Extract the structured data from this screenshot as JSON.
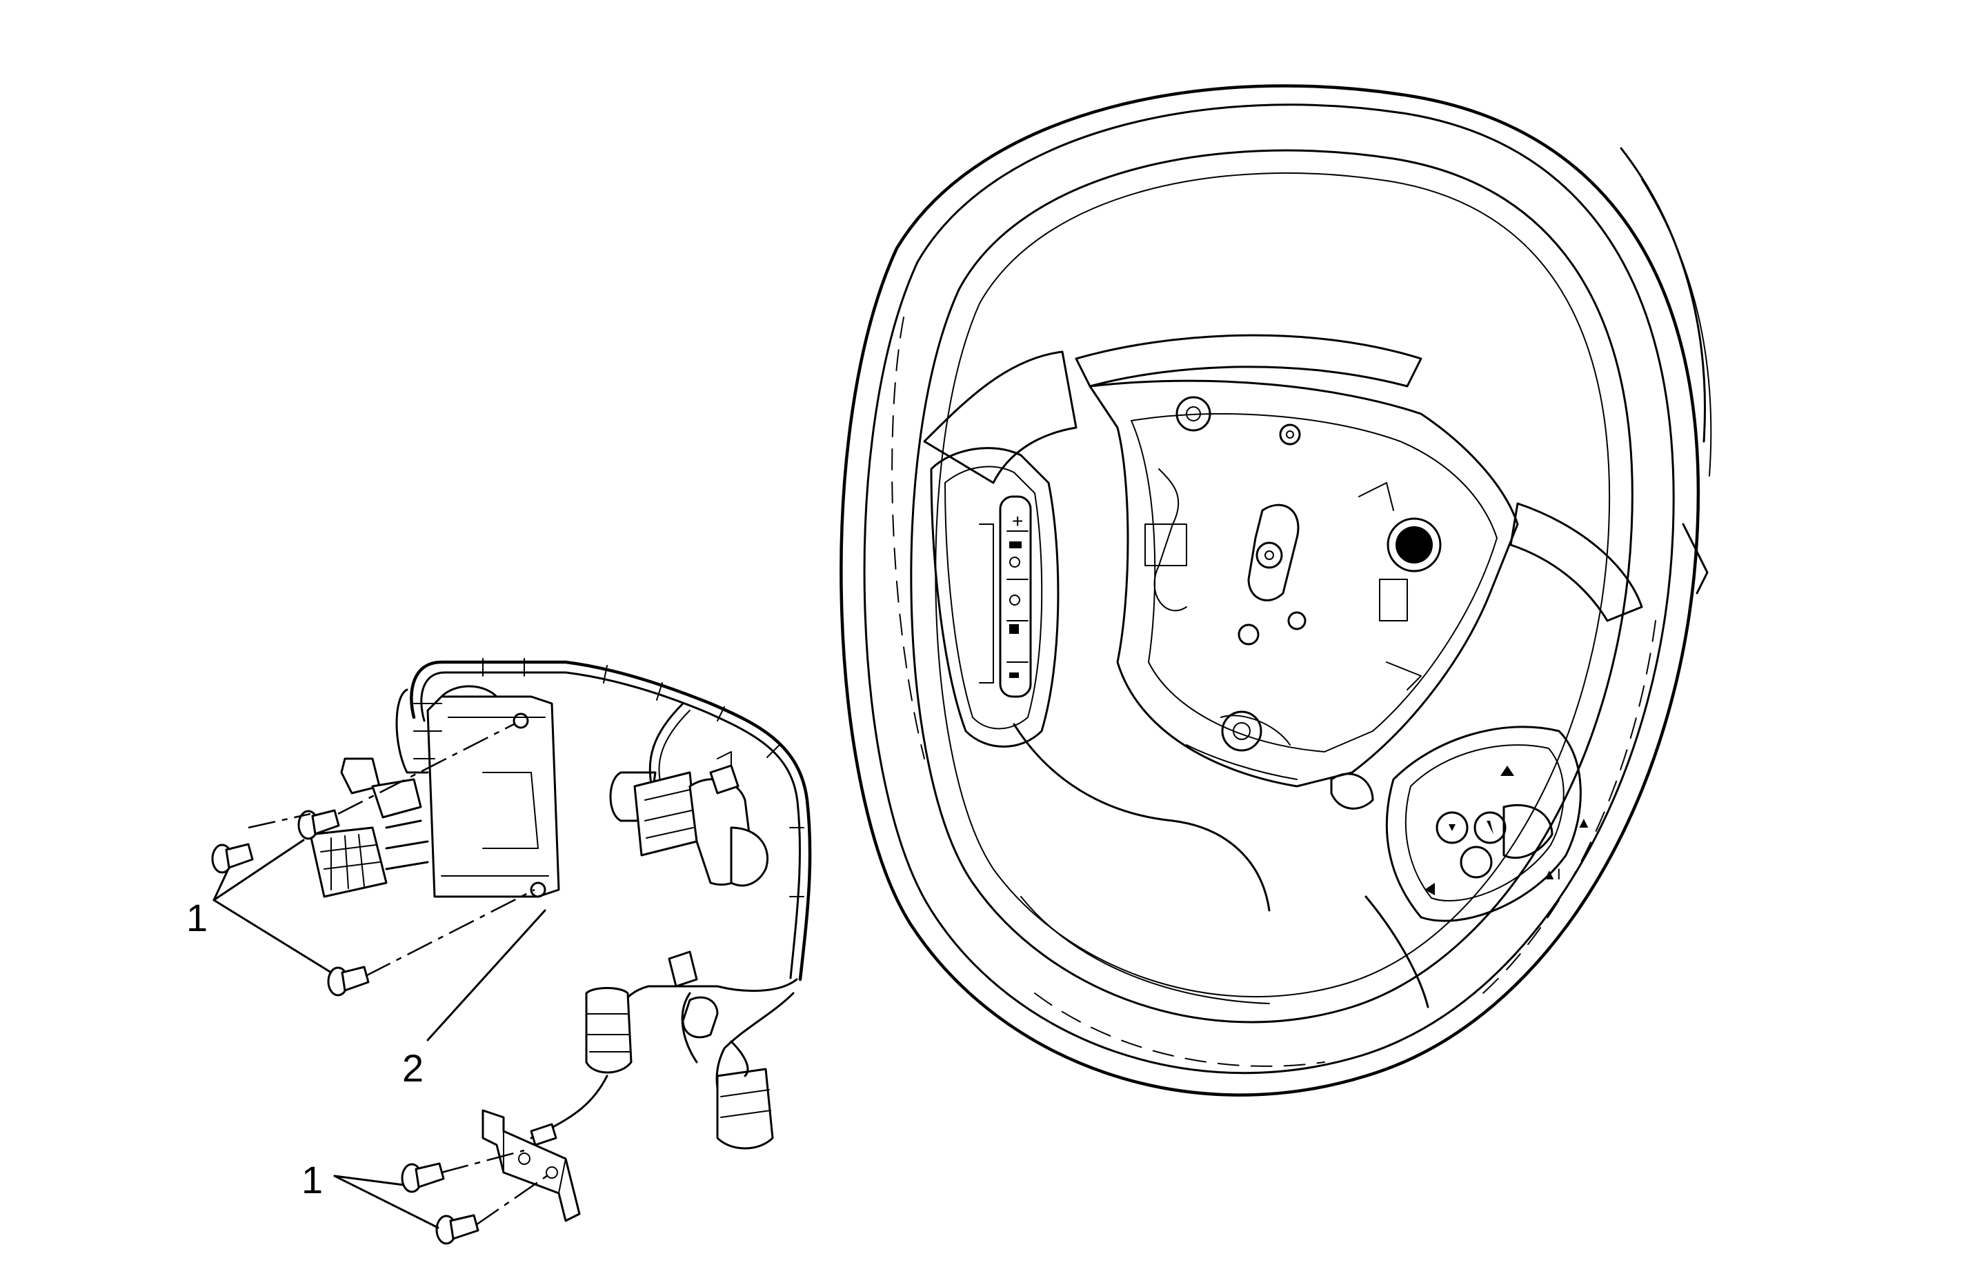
{
  "callouts": [
    {
      "id": "screws-upper",
      "text": "1"
    },
    {
      "id": "module",
      "text": "2"
    },
    {
      "id": "screws-lower",
      "text": "1"
    }
  ]
}
